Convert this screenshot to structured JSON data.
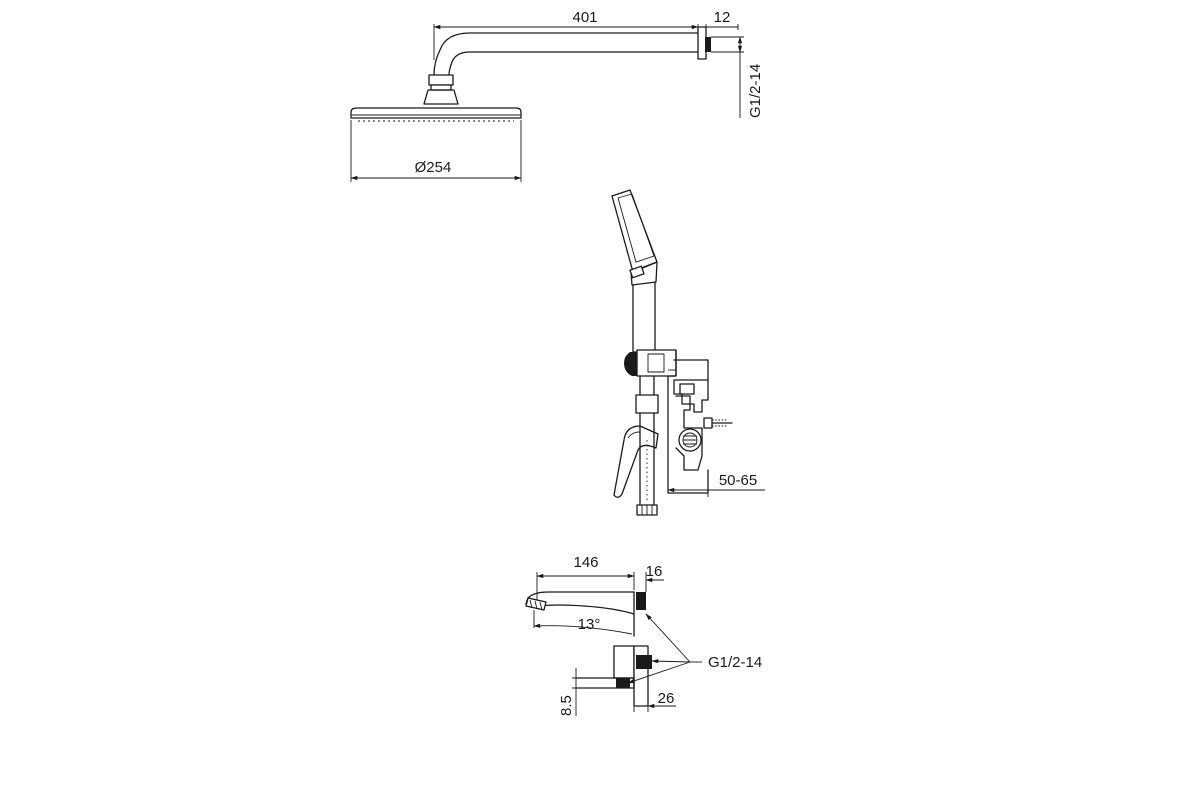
{
  "dimensions": {
    "arm_length": "401",
    "arm_flange": "12",
    "arm_thread": "G1/2-14",
    "head_diameter": "Ø254",
    "wall_depth": "50-65",
    "spout_length": "146",
    "spout_flange": "16",
    "spout_angle": "13°",
    "connection_thread": "G1/2-14",
    "elbow_offset": "26",
    "elbow_height": "8.5"
  },
  "colors": {
    "line": "#1a1a1a",
    "background": "#ffffff"
  }
}
